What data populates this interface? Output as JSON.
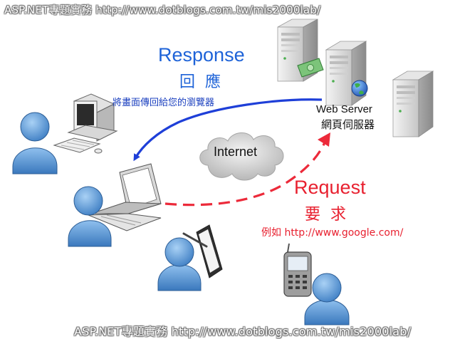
{
  "watermark": {
    "top": "ASP.NET專題實務  http://www.dotblogs.com.tw/mis2000lab/",
    "bottom": "ASP.NET專題實務  http://www.dotblogs.com.tw/mis2000lab/"
  },
  "response": {
    "title": "Response",
    "chinese": "回應",
    "description": "將畫面傳回給您的瀏覽器"
  },
  "server": {
    "label_en": "Web Server",
    "label_zh": "網頁伺服器"
  },
  "cloud_label": "Internet",
  "request": {
    "title": "Request",
    "chinese": "要求",
    "example": "例如 http://www.google.com/"
  },
  "colors": {
    "response": "#1e63d8",
    "request": "#e8202f",
    "person": "#5d9ad6",
    "server": "#dcdcdc"
  },
  "icons": [
    "web-server-icon",
    "globe-icon",
    "money-icon",
    "cloud-icon",
    "desktop-computer-icon",
    "laptop-icon",
    "tablet-icon",
    "mobile-phone-icon",
    "person-icon"
  ]
}
